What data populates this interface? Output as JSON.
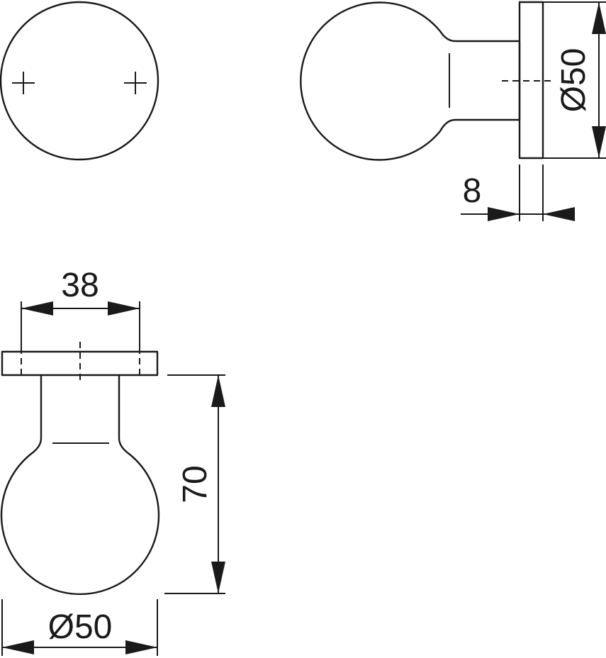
{
  "drawing": {
    "views": [
      "front-view",
      "side-view",
      "bottom-view"
    ],
    "dimensions": {
      "side_rose_diameter": "Ø50",
      "side_rose_thickness": "8",
      "bottom_rose_span": "38",
      "bottom_overall_height": "70",
      "bottom_knob_diameter": "Ø50"
    }
  }
}
